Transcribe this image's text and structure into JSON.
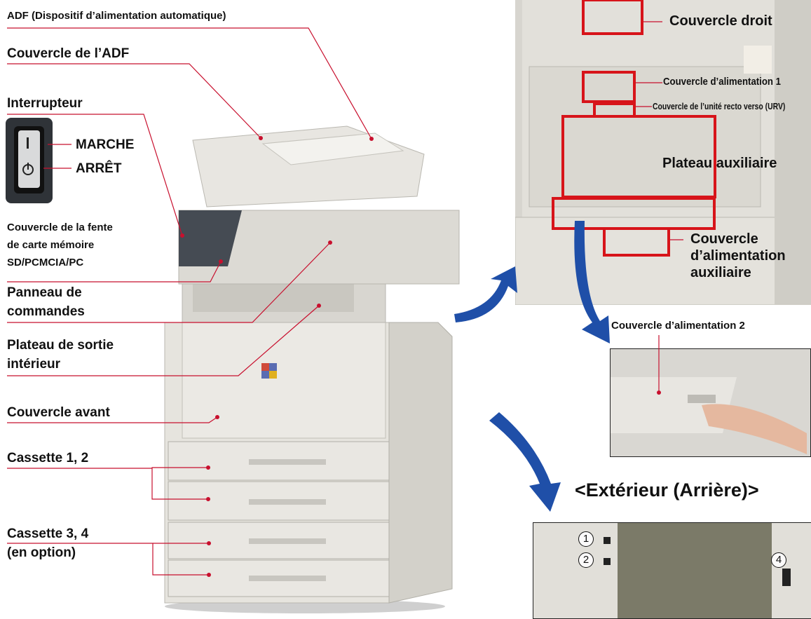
{
  "labels": {
    "adf": "ADF (Dispositif d’alimentation automatique)",
    "adf_cover": "Couvercle de l’ADF",
    "switch": "Interrupteur",
    "switch_on": "MARCHE",
    "switch_off": "ARRÊT",
    "card_slot_cover": [
      "Couvercle de la fente",
      "de carte mémoire",
      "SD/PCMCIA/PC"
    ],
    "control_panel": [
      "Panneau de",
      "commandes"
    ],
    "inner_tray": [
      "Plateau de sortie",
      "intérieur"
    ],
    "front_cover": "Couvercle avant",
    "cassette_12": "Cassette 1, 2",
    "cassette_34": [
      "Cassette 3, 4",
      "(en option)"
    ],
    "right_cover": "Couvercle droit",
    "feed_cover_1": "Couvercle d’alimentation 1",
    "duplex_cover": "Couvercle de l’unité recto verso (URV)",
    "aux_tray": "Plateau auxiliaire",
    "aux_feed_cover": [
      "Couvercle",
      "d’alimentation",
      "auxiliaire"
    ],
    "feed_cover_2": "Couvercle d’alimentation 2",
    "rear_heading": "<Extérieur (Arrière)>",
    "rear_ports": [
      "1",
      "2",
      "4"
    ]
  },
  "colors": {
    "leader_line": "#c8102e",
    "highlight_box": "#d7141a",
    "arrow_blue": "#1f4fa8",
    "machine_body": "#e4e2dc",
    "panel_dark": "#3f4650",
    "rear_panel": "#7b7a68"
  }
}
